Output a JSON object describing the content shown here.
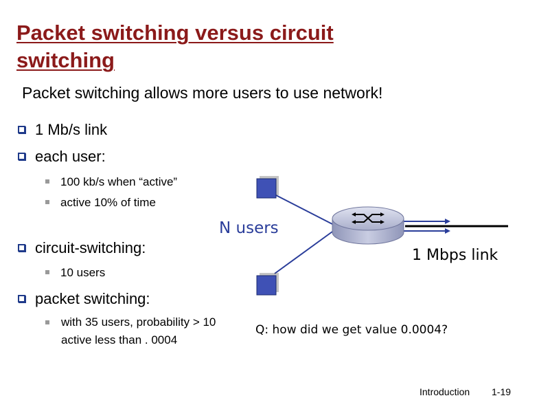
{
  "slide": {
    "title": "Packet switching versus circuit switching",
    "subtitle": "Packet switching allows more users to use network!",
    "bullets": [
      {
        "text": "1 Mb/s link"
      },
      {
        "text": "each user:",
        "subitems": [
          "100 kb/s when “active”",
          "active 10% of time"
        ]
      },
      {
        "text": "circuit-switching:",
        "subitems": [
          "10 users"
        ]
      },
      {
        "text": "packet switching:",
        "subitems": [
          "with 35 users, probability > 10 active less than . 0004"
        ]
      }
    ],
    "diagram": {
      "users_label": "N users",
      "link_label": "1 Mbps link",
      "host_color": "#3f51b5",
      "router_color": "#b8bdd8"
    },
    "question": "Q: how did we get value 0.0004?",
    "footer": {
      "section": "Introduction",
      "page": "1-19"
    },
    "colors": {
      "title": "#8b1a1a",
      "bullet": "#1f3a8a",
      "accent": "#2a3d9a"
    }
  }
}
